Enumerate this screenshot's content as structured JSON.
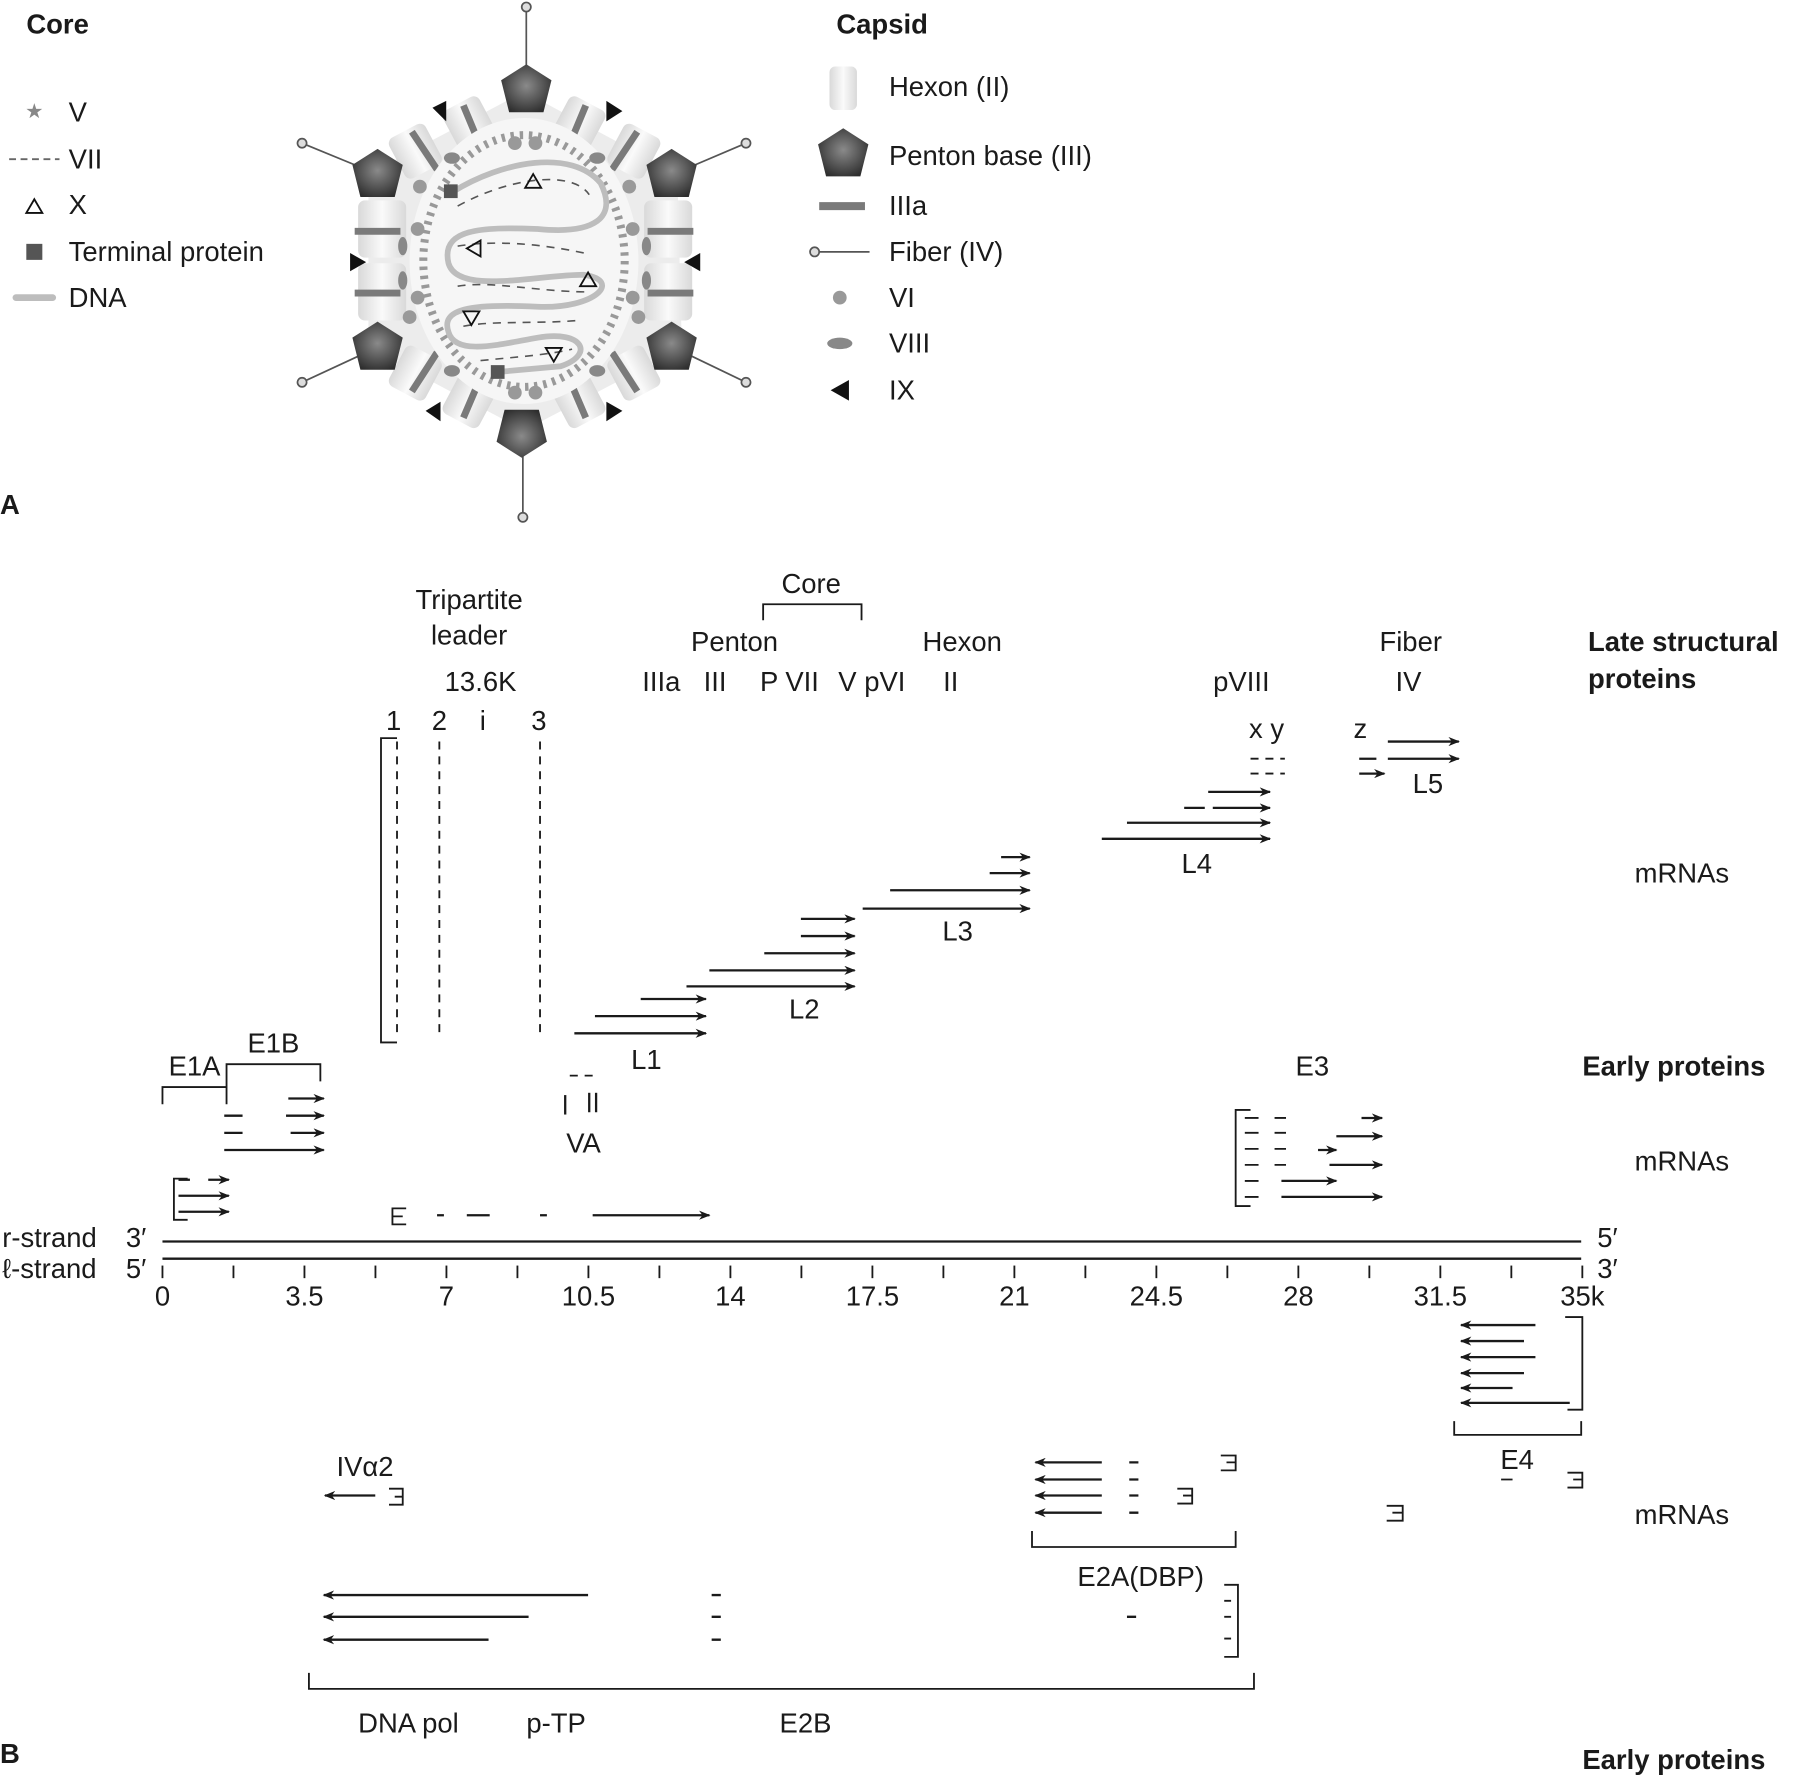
{
  "panel_a": {
    "label": "A",
    "core_heading": "Core",
    "core_legend": [
      "V",
      "VII",
      "X",
      "Terminal protein",
      "DNA"
    ],
    "capsid_heading": "Capsid",
    "capsid_legend": [
      "Hexon (II)",
      "Penton base (III)",
      "IIIa",
      "Fiber (IV)",
      "VI",
      "VIII",
      "IX"
    ],
    "colors": {
      "penton": "#4a4a4a",
      "hexon": "#e6e6e6",
      "iiia": "#7a7a7a",
      "dna": "#bdbdbd",
      "core": "#f6f6f6"
    }
  },
  "panel_b": {
    "label": "B",
    "late_heading": [
      "Late structural",
      "proteins"
    ],
    "early_heading": "Early proteins",
    "early_heading_bottom": "Early proteins",
    "mrnas": [
      "mRNAs",
      "mRNAs",
      "mRNAs"
    ],
    "tripartite": [
      "Tripartite",
      "leader"
    ],
    "k136": "13.6K",
    "leader_segments": [
      "1",
      "2",
      "i",
      "3"
    ],
    "core": "Core",
    "penton": "Penton",
    "hexon": "Hexon",
    "fiber": "Fiber",
    "proteins": [
      "IIIa",
      "III",
      "P VII",
      "V pVI",
      "II",
      "pVIII",
      "IV"
    ],
    "xy": "x y",
    "z": "z",
    "late_units": [
      "L1",
      "L2",
      "L3",
      "L4",
      "L5"
    ],
    "early_units": {
      "e1a": "E1A",
      "e1b": "E1B",
      "va": "VA",
      "va_i": "I",
      "va_ii": "II",
      "e3": "E3",
      "e4": "E4",
      "iva2": "IVα2",
      "e2a": "E2A(DBP)",
      "dnapol": "DNA pol",
      "ptp": "p-TP",
      "e2b": "E2B"
    },
    "strands": {
      "r": "r-strand",
      "r_end_left": "3′",
      "r_end_right": "5′",
      "l": "ℓ-strand",
      "l_end_left": "5′",
      "l_end_right": "3′"
    },
    "axis_ticks": [
      "0",
      "3.5",
      "7",
      "10.5",
      "14",
      "17.5",
      "21",
      "24.5",
      "28",
      "31.5",
      "35k"
    ]
  }
}
